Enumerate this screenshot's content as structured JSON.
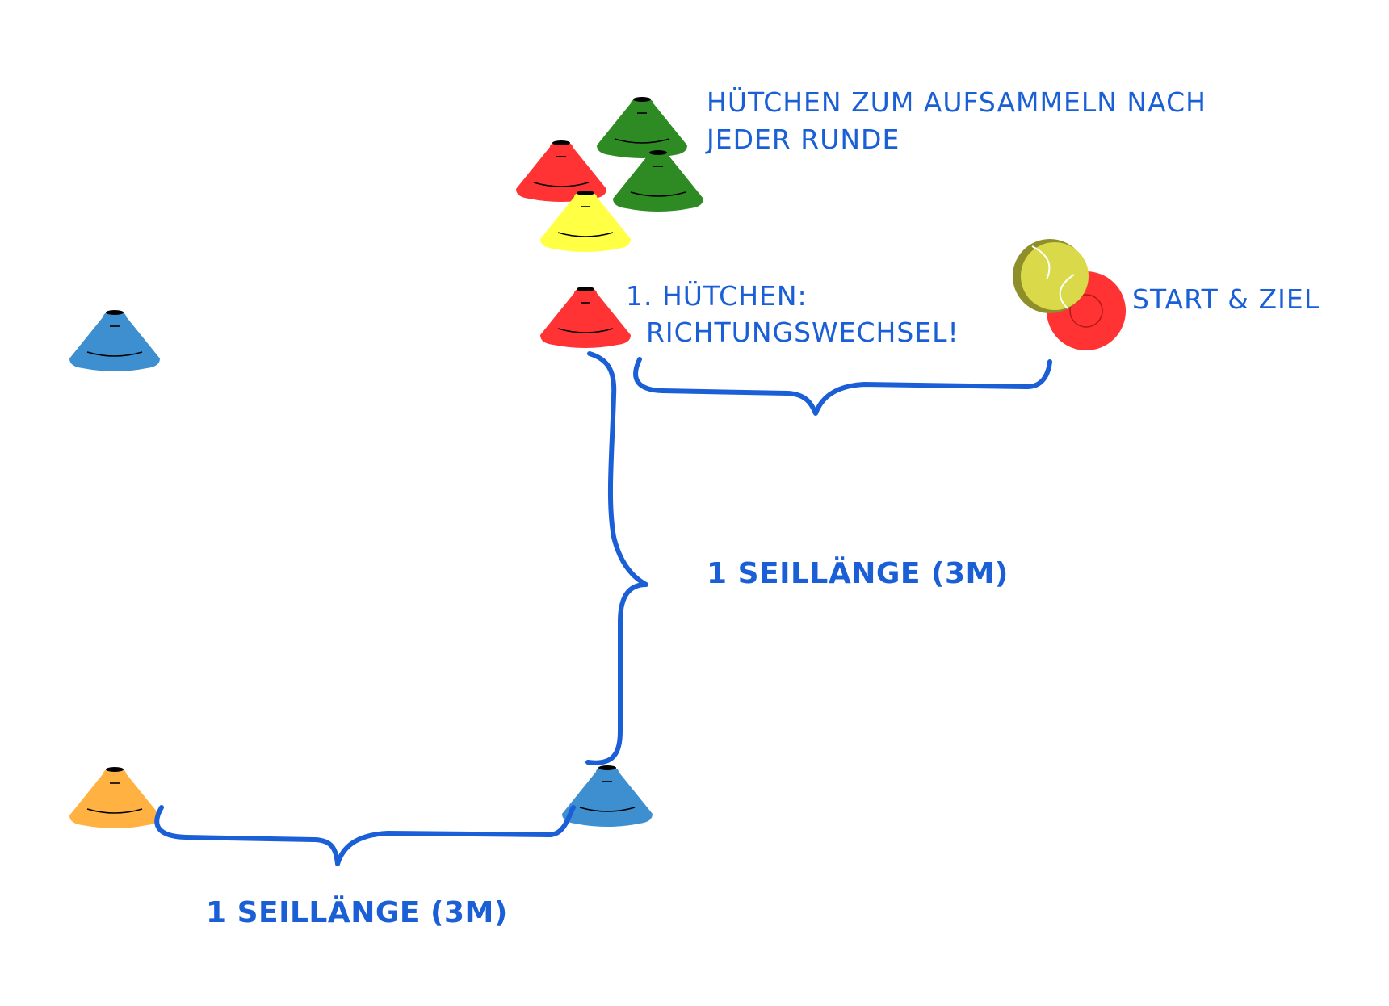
{
  "labels": {
    "collect_line1": "HÜTCHEN ZUM AUFSAMMELN NACH",
    "collect_line2": "JEDER RUNDE",
    "first_cone_line1": "1. HÜTCHEN:",
    "first_cone_line2": "RICHTUNGSWECHSEL!",
    "start_finish": "START & ZIEL",
    "rope_length_vertical": "1 SEILLÄNGE (3M)",
    "rope_length_horizontal": "1 SEILLÄNGE (3M)"
  },
  "colors": {
    "text_and_braces": "#1a5fd6",
    "cone_green": "#2e8b23",
    "cone_red": "#ff3333",
    "cone_yellow": "#ffff44",
    "cone_blue": "#3d8fd0",
    "cone_orange": "#ffb142",
    "tennis_ball": "#d9d94a",
    "start_marker": "#ff3333"
  },
  "cones": [
    {
      "name": "cone-green-collect-top",
      "color": "green"
    },
    {
      "name": "cone-red-collect",
      "color": "red"
    },
    {
      "name": "cone-green-collect-right",
      "color": "green"
    },
    {
      "name": "cone-yellow-collect",
      "color": "yellow"
    },
    {
      "name": "cone-red-first",
      "color": "red"
    },
    {
      "name": "cone-blue-left",
      "color": "blue"
    },
    {
      "name": "cone-orange-bottom-left",
      "color": "orange"
    },
    {
      "name": "cone-blue-bottom",
      "color": "blue"
    }
  ]
}
